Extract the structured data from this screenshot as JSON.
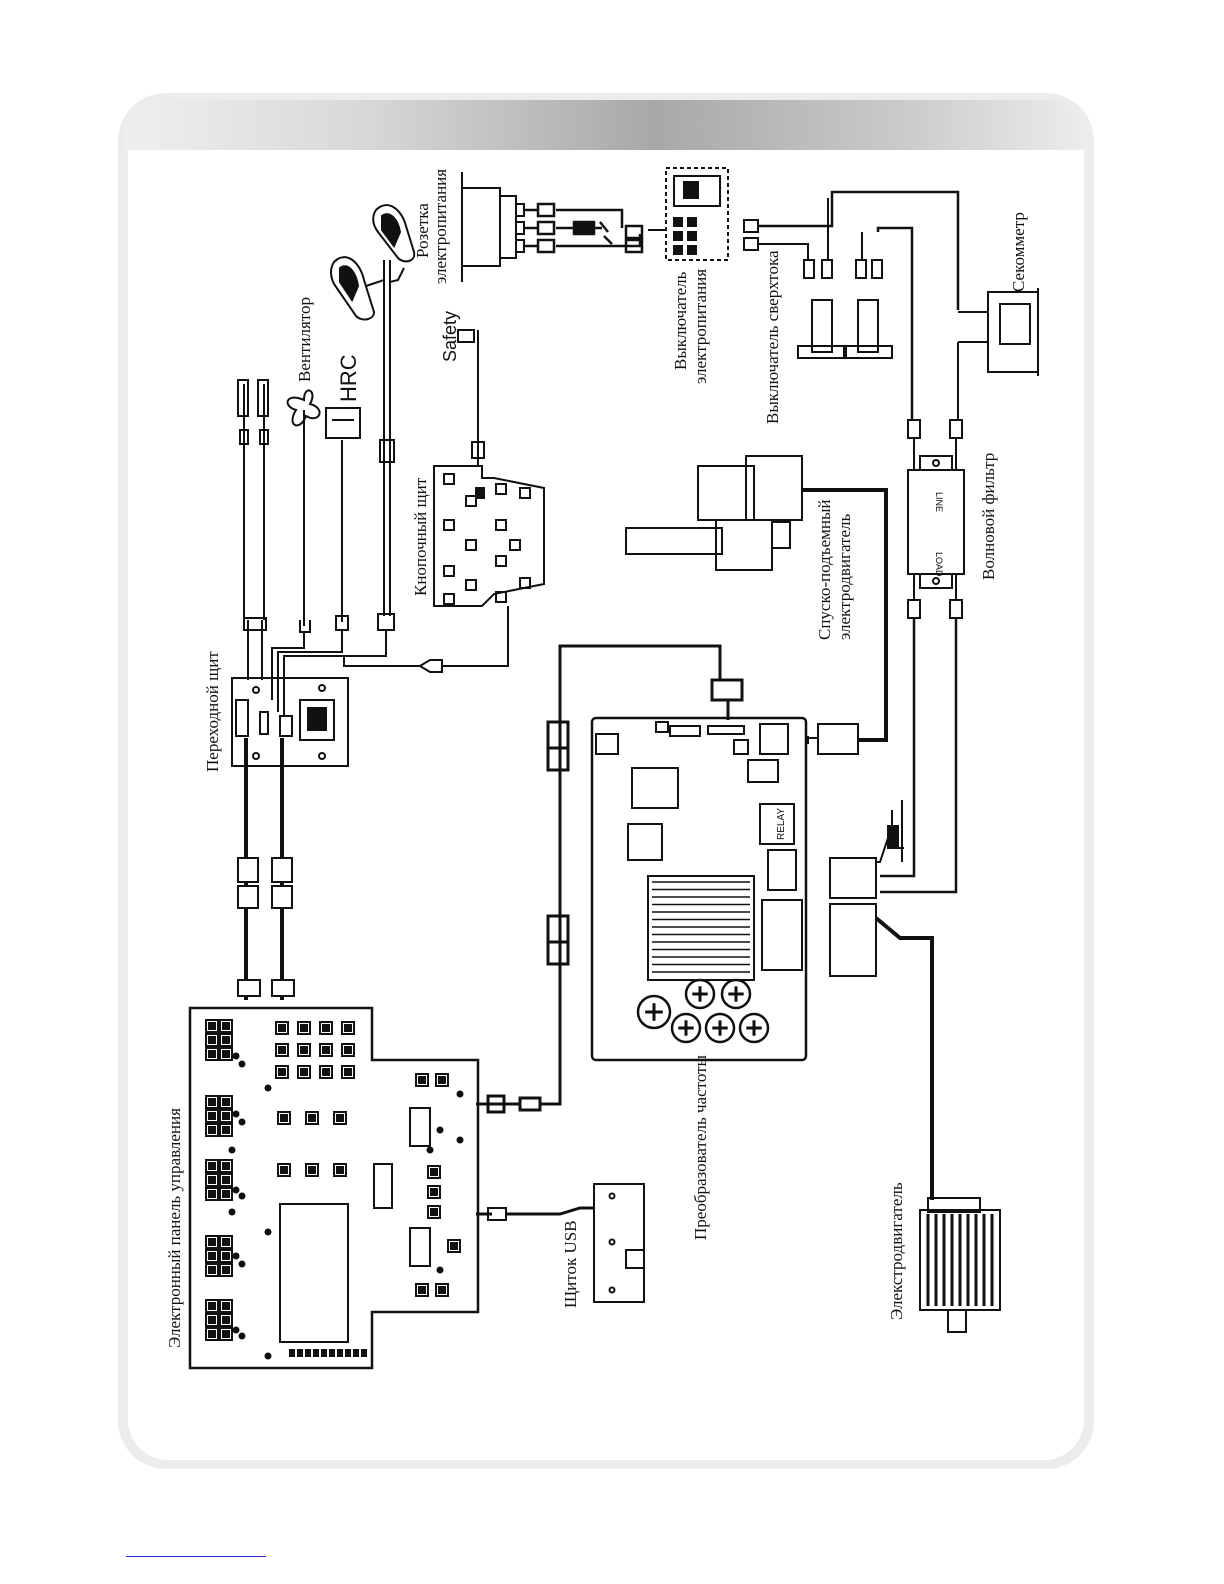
{
  "labels": {
    "control_panel": "Электронный панель управления",
    "usb_panel": "Щиток USB",
    "inverter": "Преобразователь частоты",
    "motor": "Элекстродвигатель",
    "adapter_board": "Переходной щит",
    "button_board": "Кнопочный щит",
    "lift_motor_1": "Спуско-подъемный",
    "lift_motor_2": "электродвигатель",
    "wave_filter": "Волновой фильтр",
    "fan": "Вентилятор",
    "hrc": "HRC",
    "safety": "Safety",
    "socket_1": "Розетка",
    "socket_2": "электропитания",
    "power_switch_1": "Выключатель",
    "power_switch_2": "электропитания",
    "overcurrent_switch": "Выключатель сверхтока",
    "secometer": "Секомметр",
    "relay": "RELAY",
    "line": "LINE",
    "load": "LOAD"
  },
  "colors": {
    "ink": "#111111",
    "frame": "#ececec",
    "band_dark": "#a8a8a8"
  }
}
